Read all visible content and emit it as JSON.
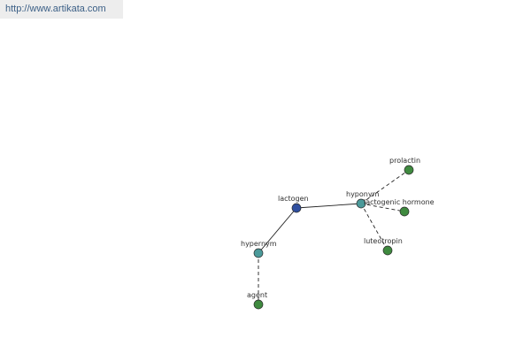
{
  "header": {
    "url": "http://www.artikata.com"
  },
  "graph": {
    "colors": {
      "center": "#2f4f9f",
      "relation": "#4b9a9a",
      "term": "#3f8a3f",
      "edge": "#222222",
      "node_stroke": "#2a2a2a"
    },
    "nodes": [
      {
        "id": "lactogen",
        "label": "lactogen",
        "kind": "center"
      },
      {
        "id": "hyponym",
        "label": "hyponym",
        "kind": "relation"
      },
      {
        "id": "hypernym",
        "label": "hypernym",
        "kind": "relation"
      },
      {
        "id": "prolactin",
        "label": "prolactin",
        "kind": "term"
      },
      {
        "id": "lactogenic-hormone",
        "label": "lactogenic hormone",
        "kind": "term"
      },
      {
        "id": "luteotropin",
        "label": "luteotropin",
        "kind": "term"
      },
      {
        "id": "agent",
        "label": "agent",
        "kind": "term"
      }
    ],
    "edges": [
      {
        "from": "lactogen",
        "to": "hyponym",
        "style": "solid"
      },
      {
        "from": "lactogen",
        "to": "hypernym",
        "style": "solid"
      },
      {
        "from": "hyponym",
        "to": "prolactin",
        "style": "dashed"
      },
      {
        "from": "hyponym",
        "to": "lactogenic-hormone",
        "style": "dashed"
      },
      {
        "from": "hyponym",
        "to": "luteotropin",
        "style": "dashed"
      },
      {
        "from": "hypernym",
        "to": "agent",
        "style": "dashed"
      }
    ]
  }
}
